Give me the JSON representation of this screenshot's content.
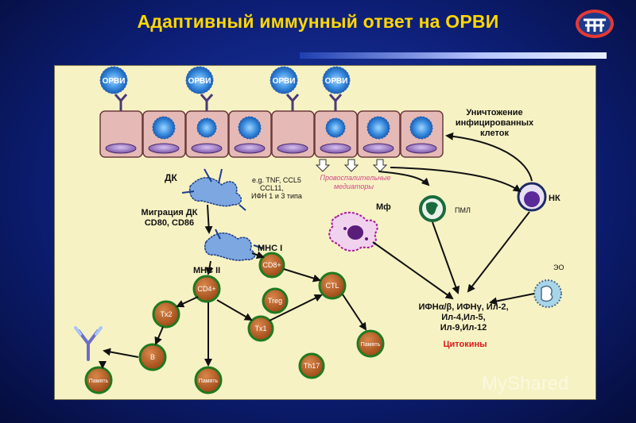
{
  "title": "Адаптивный иммунный ответ на ОРВИ",
  "virus_label": "ОРВИ",
  "labels": {
    "dc": "ДК",
    "mediators_1": "e.g. TNF, CCL5",
    "mediators_2": "CCL11,",
    "mediators_3": "ИФН 1 и 3 типа",
    "proinflam_1": "Провоспалительные",
    "proinflam_2": "медиаторы",
    "destruction_1": "Уничтожение",
    "destruction_2": "инфицированных",
    "destruction_3": "клеток",
    "migration_1": "Миграция ДК",
    "migration_2": "CD80, CD86",
    "mhc1": "MHC I",
    "mhc2": "MHC II",
    "mf": "Мф",
    "pml": "ПМЛ",
    "nk": "НК",
    "eo": "ЭО",
    "cytokines_1": "ИФНα/β, ИФНγ, Ил-2,",
    "cytokines_2": "Ил-4,Ил-5,",
    "cytokines_3": "Ил-9,Ил-12",
    "cytokines_title": "Цитокины"
  },
  "cells": {
    "cd8": "CD8+",
    "cd4": "CD4+",
    "ctl": "CTL",
    "treg": "Treg",
    "th2": "Tx2",
    "th1": "Tx1",
    "b": "B",
    "memory": "Память",
    "th17": "Th17"
  },
  "watermark": "MyShared",
  "colors": {
    "title": "#ffd700",
    "panel": "#f7f2c4",
    "epithelium": "#e5b9b5",
    "nucleus": "#a07bc0",
    "virus": "#3d8fe0",
    "cell_fill": "#b2541a",
    "cell_ring": "#1f7a1f",
    "cytokine_title": "#d81b1b",
    "proinflam": "#d14a8a"
  }
}
